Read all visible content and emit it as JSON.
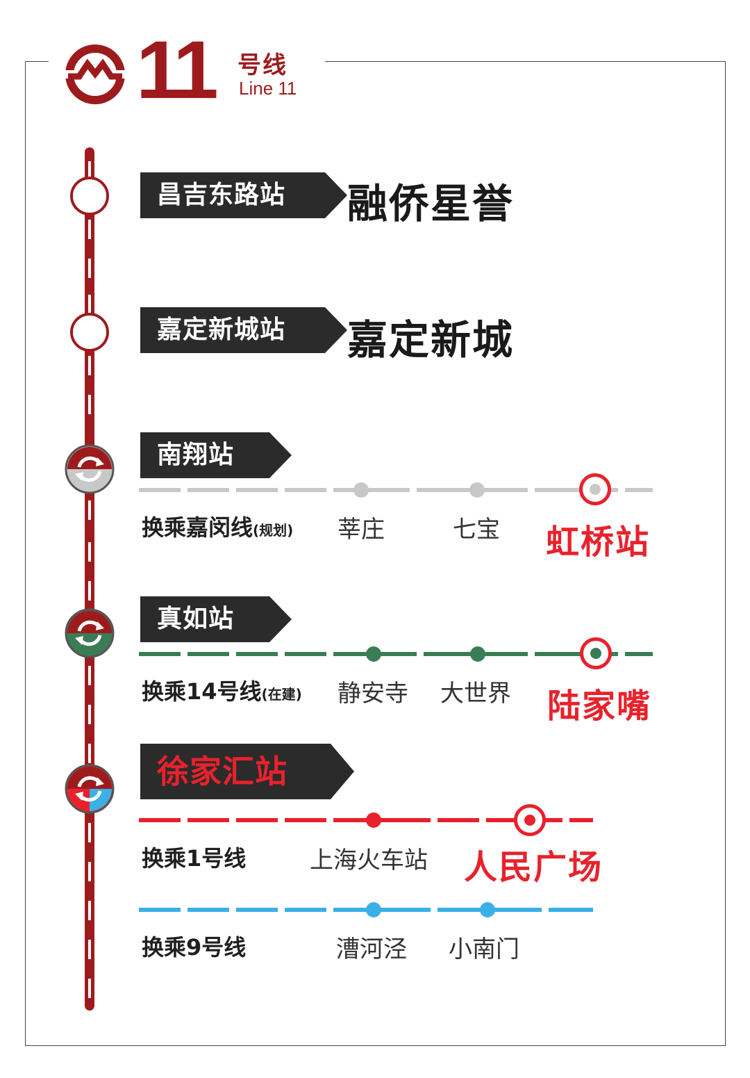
{
  "header": {
    "line_number": "11",
    "line_name_cn": "号线",
    "line_name_en": "Line 11"
  },
  "stations": [
    {
      "name": "昌吉东路站",
      "destination": "融侨星誉"
    },
    {
      "name": "嘉定新城站",
      "destination": "嘉定新城"
    },
    {
      "name": "南翔站",
      "transfers": [
        {
          "label": "换乘嘉闵线",
          "note": "(规划)",
          "color": "#c8c8c8",
          "stops": [
            "莘庄",
            "七宝"
          ],
          "highlight": "虹桥站"
        }
      ]
    },
    {
      "name": "真如站",
      "transfers": [
        {
          "label": "换乘14号线",
          "note": "(在建)",
          "color": "#3a7d55",
          "stops": [
            "静安寺",
            "大世界"
          ],
          "highlight": "陆家嘴"
        }
      ]
    },
    {
      "name": "徐家汇站",
      "transfers": [
        {
          "label": "换乘1号线",
          "note": "",
          "color": "#e8222c",
          "stops": [
            "上海火车站"
          ],
          "highlight": "人民广场"
        },
        {
          "label": "换乘9号线",
          "note": "",
          "color": "#3ab0e8",
          "stops": [
            "漕河泾",
            "小南门"
          ],
          "highlight": ""
        }
      ]
    }
  ],
  "colors": {
    "line11": "#9e1b1d",
    "tag_bg": "#2b2b2b",
    "highlight": "#e8222c",
    "jiamin": "#c8c8c8",
    "line14": "#3a7d55",
    "line1": "#e8222c",
    "line9": "#3ab0e8"
  },
  "icons": [
    "shanghai-metro-logo-icon",
    "station-circle-icon",
    "transfer-icon"
  ]
}
